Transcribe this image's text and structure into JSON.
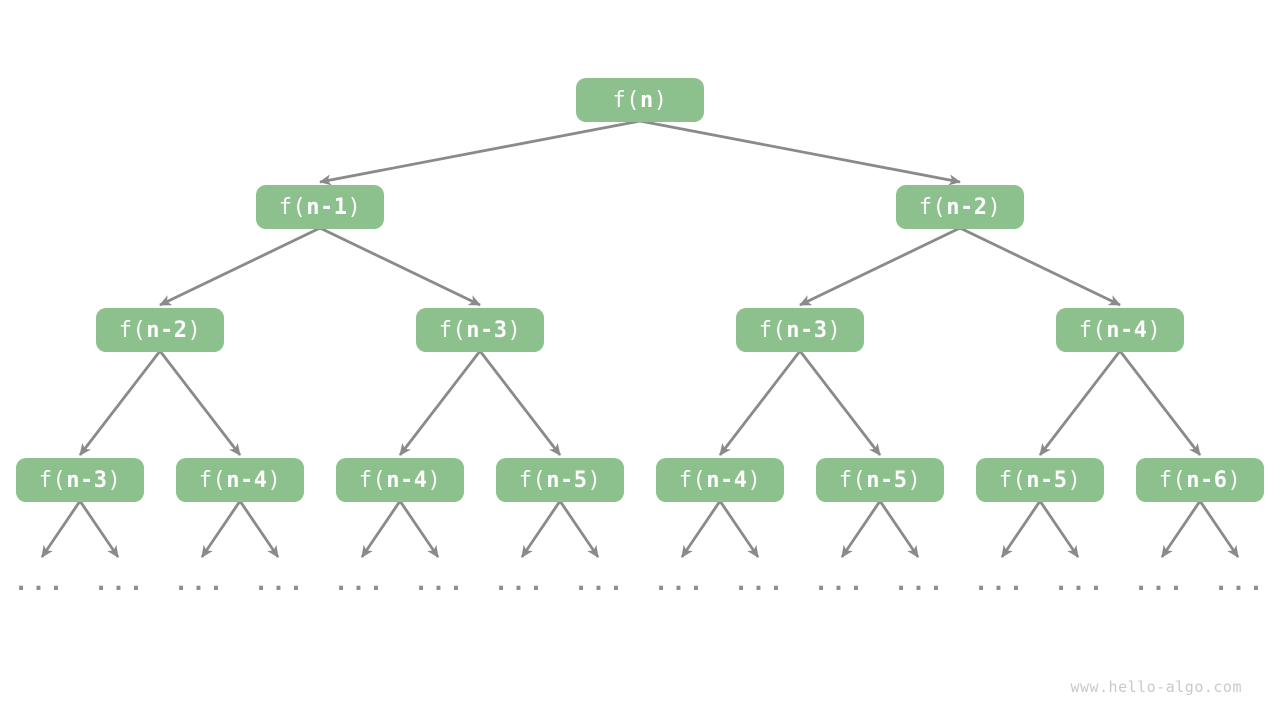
{
  "diagram": {
    "type": "recursion-tree",
    "node_fill": "#8cc08c",
    "node_text_color": "#ffffff",
    "arrow_color": "#8a8a8a",
    "ellipsis_color": "#8f8f8f",
    "levels": [
      [
        "f(n)"
      ],
      [
        "f(n-1)",
        "f(n-2)"
      ],
      [
        "f(n-2)",
        "f(n-3)",
        "f(n-3)",
        "f(n-4)"
      ],
      [
        "f(n-3)",
        "f(n-4)",
        "f(n-4)",
        "f(n-5)",
        "f(n-4)",
        "f(n-5)",
        "f(n-5)",
        "f(n-6)"
      ]
    ],
    "leaf_ellipsis": "...",
    "leaf_ellipsis_count": 16
  },
  "watermark": {
    "text": "www.hello-algo.com"
  }
}
